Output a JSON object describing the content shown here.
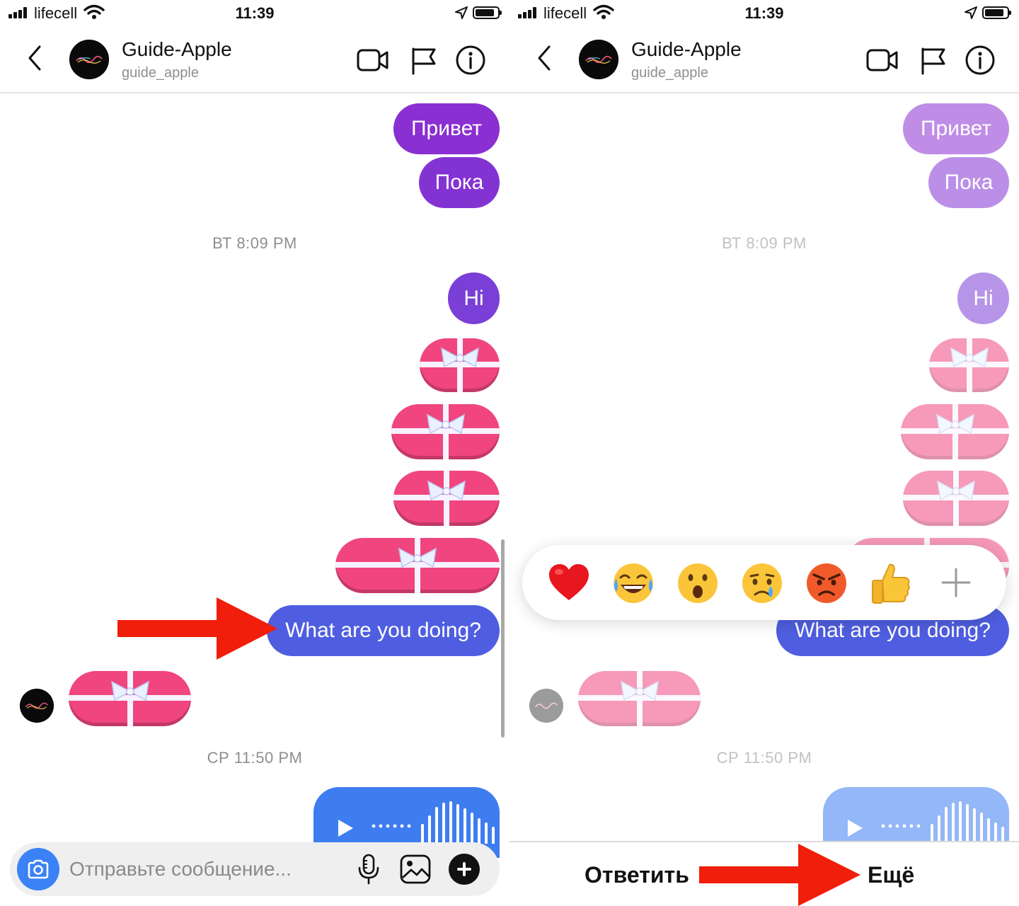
{
  "status_bar": {
    "carrier": "lifecell",
    "time": "11:39"
  },
  "header": {
    "contact_name": "Guide-Apple",
    "contact_handle": "guide_apple"
  },
  "conversation": {
    "messages": [
      {
        "type": "text",
        "side": "sent",
        "text": "Привет"
      },
      {
        "type": "text",
        "side": "sent",
        "text": "Пока"
      },
      {
        "type": "timestamp",
        "text": "ВТ 8:09 PM"
      },
      {
        "type": "text",
        "side": "sent",
        "text": "Hi"
      },
      {
        "type": "gift",
        "side": "sent"
      },
      {
        "type": "gift",
        "side": "sent"
      },
      {
        "type": "gift",
        "side": "sent"
      },
      {
        "type": "gift",
        "side": "sent"
      },
      {
        "type": "text",
        "side": "sent",
        "text": "What are you doing?"
      },
      {
        "type": "gift",
        "side": "received"
      },
      {
        "type": "timestamp",
        "text": "СР 11:50 PM"
      },
      {
        "type": "voice",
        "side": "sent"
      }
    ]
  },
  "composer": {
    "placeholder": "Отправьте сообщение..."
  },
  "reactions": {
    "items": [
      {
        "name": "heart",
        "glyph": "❤️"
      },
      {
        "name": "laugh",
        "glyph": "😂"
      },
      {
        "name": "wow",
        "glyph": "😮"
      },
      {
        "name": "cry",
        "glyph": "😢"
      },
      {
        "name": "angry",
        "glyph": "😡"
      },
      {
        "name": "thumbs-up",
        "glyph": "👍"
      }
    ],
    "add_glyph": "+"
  },
  "message_actions": {
    "reply": "Ответить",
    "more": "Ещё"
  },
  "colors": {
    "sent_purple": "#8a2fd1",
    "sent_violet": "#7a3fd6",
    "sent_blue": "#4f5ee0",
    "gift_pink": "#f0457e",
    "voice_blue": "#3d7df0",
    "camera_blue": "#3b82f6",
    "annotation_red": "#f01e0a"
  }
}
